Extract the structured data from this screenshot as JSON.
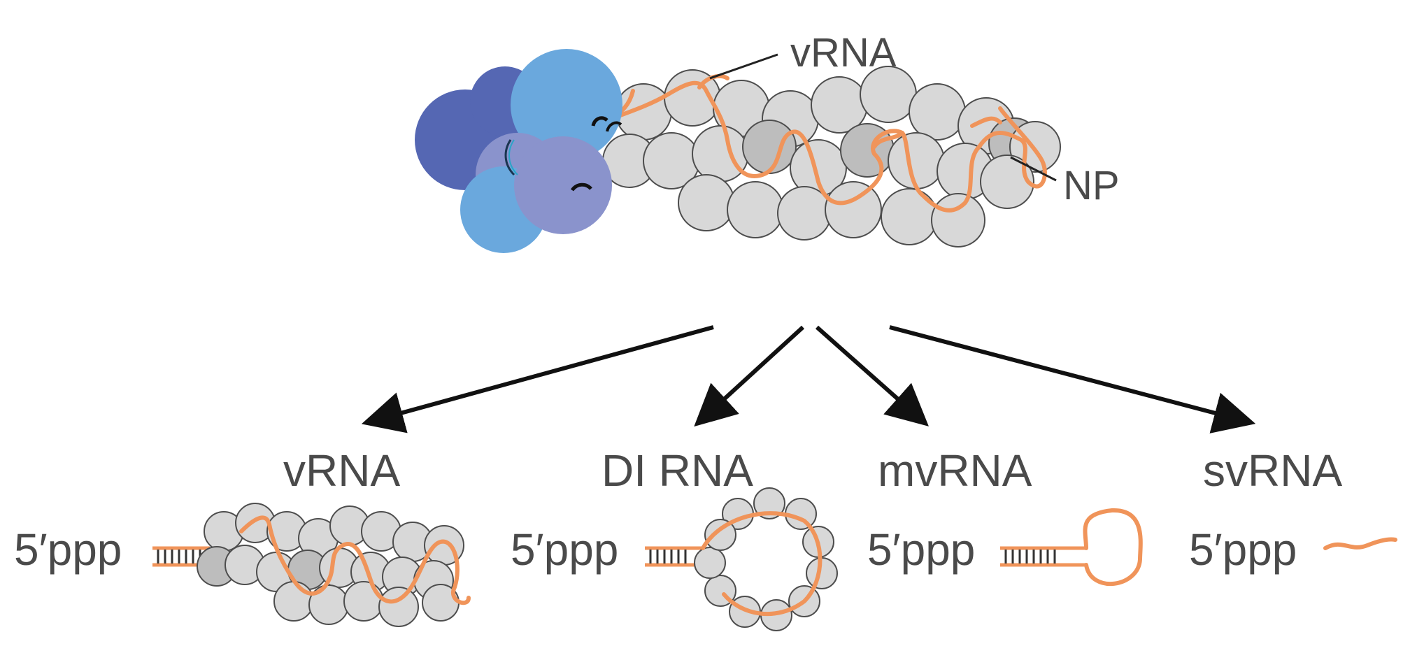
{
  "top_labels": {
    "vrna": "vRNA",
    "np": "NP"
  },
  "products": [
    {
      "title": "vRNA",
      "prefix": "5′ppp"
    },
    {
      "title": "DI RNA",
      "prefix": "5′ppp"
    },
    {
      "title": "mvRNA",
      "prefix": "5′ppp"
    },
    {
      "title": "svRNA",
      "prefix": "5′ppp"
    }
  ],
  "colors": {
    "polymerase_dark": "#5567b3",
    "polymerase_mid": "#8a93cc",
    "polymerase_light": "#6aa8dd",
    "rna": "#f0945a",
    "nucleoprotein": "#d8d8d8"
  }
}
